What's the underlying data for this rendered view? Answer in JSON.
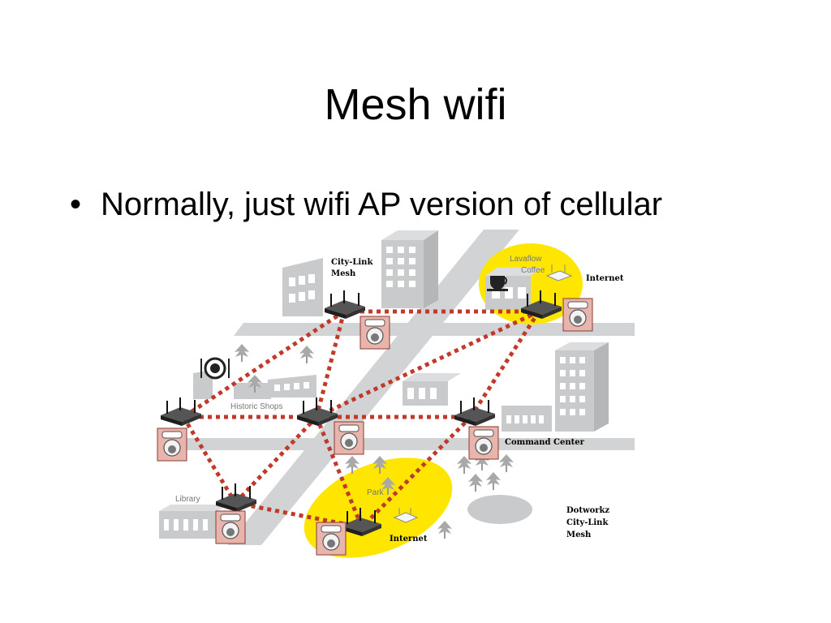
{
  "slide": {
    "title": "Mesh wifi",
    "bullet_glyph": "•",
    "bullet": "Normally, just wifi AP version of cellular"
  },
  "diagram": {
    "labels": {
      "city_link_mesh": [
        "City-Link",
        "Mesh"
      ],
      "lavaflow_coffee": [
        "Lavaflow",
        "Coffee"
      ],
      "internet_top": "Internet",
      "historic_shops": "Historic Shops",
      "command_center": "Command Center",
      "park": "Park",
      "library": "Library",
      "internet_bottom": "Internet",
      "dotworkz": [
        "Dotworkz",
        "City-Link",
        "Mesh"
      ]
    },
    "colors": {
      "road": "#d2d3d5",
      "building": "#c9cacc",
      "window": "#ffffff",
      "mesh_link": "#c0392b",
      "hotspot": "#ffe600",
      "router": "#2b2b2b",
      "camera_box": "#e8b4ac"
    }
  }
}
